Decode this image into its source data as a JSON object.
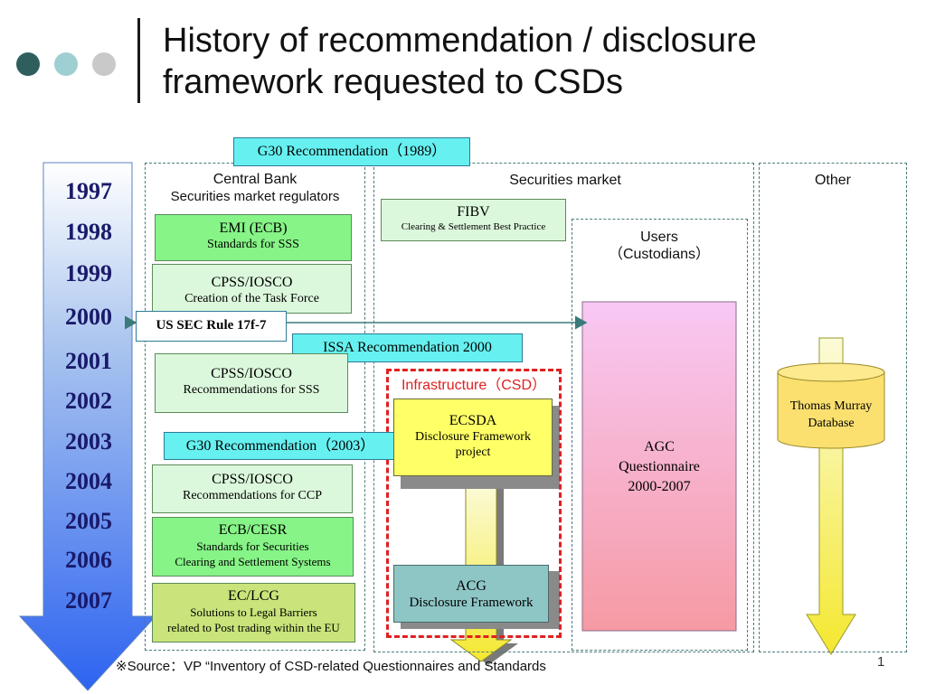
{
  "header": {
    "title_line1": "History of recommendation / disclosure",
    "title_line2": "framework requested to CSDs"
  },
  "colors": {
    "dot1": "#2e5e5e",
    "dot2": "#9ecfd3",
    "dot3": "#c9c9c9",
    "accent_red": "#e02020",
    "cyan": "#66f0f0"
  },
  "timeline": {
    "years": [
      "1997",
      "1998",
      "1999",
      "2000",
      "2001",
      "2002",
      "2003",
      "2004",
      "2005",
      "2006",
      "2007"
    ]
  },
  "regions": {
    "central_bank": {
      "line1": "Central Bank",
      "line2": "Securities market regulators"
    },
    "securities_market": "Securities market",
    "users": {
      "line1": "Users",
      "line2": "（Custodians）"
    },
    "other": "Other",
    "infrastructure": "Infrastructure（CSD）"
  },
  "boxes": {
    "g30_1989": "G30 Recommendation（1989）",
    "emi": {
      "title": "EMI (ECB)",
      "sub": "Standards for SSS"
    },
    "cpss_tf": {
      "title": "CPSS/IOSCO",
      "sub": "Creation of the Task Force"
    },
    "us_sec": "US SEC Rule 17f-7",
    "issa": "ISSA Recommendation 2000",
    "cpss_sss": {
      "title": "CPSS/IOSCO",
      "sub": "Recommendations for SSS"
    },
    "g30_2003": "G30 Recommendation（2003）",
    "cpss_ccp": {
      "title": "CPSS/IOSCO",
      "sub": "Recommendations for CCP"
    },
    "ecb_cesr": {
      "title": "ECB/CESR",
      "sub1": "Standards for Securities",
      "sub2": "Clearing and Settlement Systems"
    },
    "ec_lcg": {
      "title": "EC/LCG",
      "sub1": "Solutions to Legal Barriers",
      "sub2": "related to Post trading within the EU"
    },
    "fibv": {
      "title": "FIBV",
      "sub": "Clearing & Settlement Best Practice"
    },
    "ecsda": {
      "title": "ECSDA",
      "sub1": "Disclosure Framework",
      "sub2": "project"
    },
    "acg": {
      "title": "ACG",
      "sub": "Disclosure Framework"
    },
    "agc": {
      "line1": "AGC",
      "line2": "Questionnaire",
      "line3": "2000-2007"
    },
    "thomas_murray": {
      "line1": "Thomas Murray",
      "line2": "Database"
    }
  },
  "footer": {
    "source": "※Source：VP “Inventory of CSD-related Questionnaires and Standards",
    "page_number": "1"
  }
}
